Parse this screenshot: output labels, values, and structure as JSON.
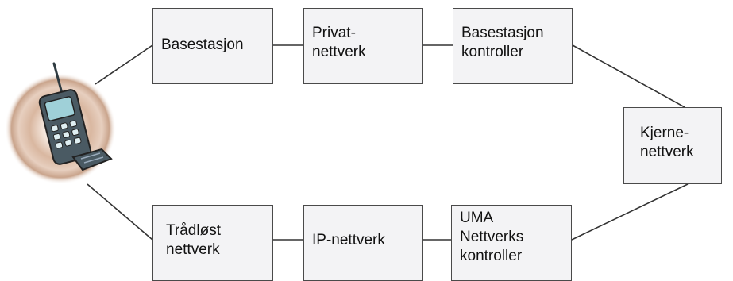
{
  "nodes": {
    "basestasjon": {
      "lines": [
        "Basestasjon"
      ]
    },
    "privat": {
      "lines": [
        "Privat-",
        "nettverk"
      ]
    },
    "bsc": {
      "lines": [
        "Basestasjon",
        "kontroller"
      ]
    },
    "kjerne": {
      "lines": [
        "Kjerne-",
        "nettverk"
      ]
    },
    "tradlost": {
      "lines": [
        "Trådløst",
        "nettverk"
      ]
    },
    "ip": {
      "lines": [
        "IP-nettverk"
      ]
    },
    "uma": {
      "lines": [
        "UMA",
        "Nettverks",
        "kontroller"
      ]
    }
  },
  "phone": {
    "icon": "mobile-phone-icon"
  },
  "colors": {
    "box_fill": "#f3f3f5",
    "box_border": "#4a4a4a",
    "line": "#333333",
    "phone_glow": "#c9a48c",
    "phone_body": "#4a5a63",
    "phone_screen": "#9fd0d8"
  }
}
